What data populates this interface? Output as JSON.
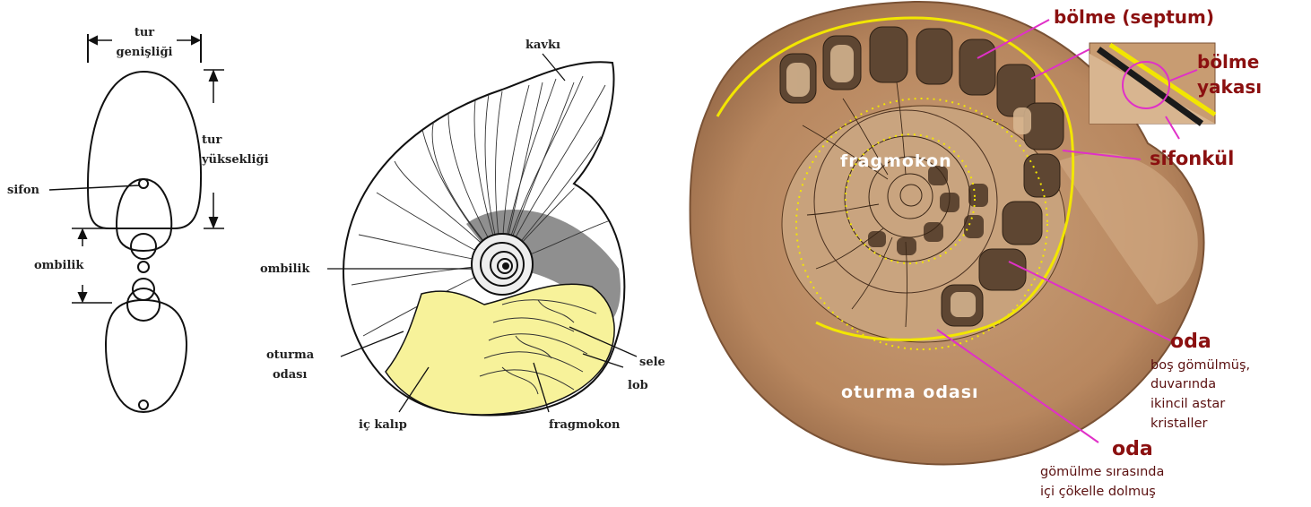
{
  "cross_section": {
    "tur_genisligi": [
      "tur",
      "genişliği"
    ],
    "tur_yuksekligi": [
      "tur",
      "yüksekliği"
    ],
    "sifon": "sifon",
    "ombilik": "ombilik"
  },
  "shell_drawing": {
    "kavki": "kavkı",
    "ombilik": "ombilik",
    "oturma_odasi": [
      "oturma",
      "odası"
    ],
    "ic_kalip": "iç kalıp",
    "fragmokon": "fragmokon",
    "sele": "sele",
    "lob": "lob"
  },
  "fossil_photo": {
    "bolme_septum": "bölme (septum)",
    "bolme_yakasi": [
      "bölme",
      "yakası"
    ],
    "sifonkul": "sifonkül",
    "fragmokon": "fragmokon",
    "oturma_odasi": "oturma odası",
    "oda_1": {
      "title": "oda",
      "desc": [
        "boş gömülmüş,",
        "duvarında",
        "ikincil astar",
        "kristaller"
      ]
    },
    "oda_2": {
      "title": "oda",
      "desc": [
        "gömülme sırasında",
        "içi çökelle dolmuş"
      ]
    }
  },
  "colors": {
    "fossil_stone": "#b98a63",
    "label_line_magenta": "#e030c8",
    "label_red": "#8b1010",
    "yellow_outline": "#f2e600",
    "internal_mold": "#f7f29a"
  }
}
